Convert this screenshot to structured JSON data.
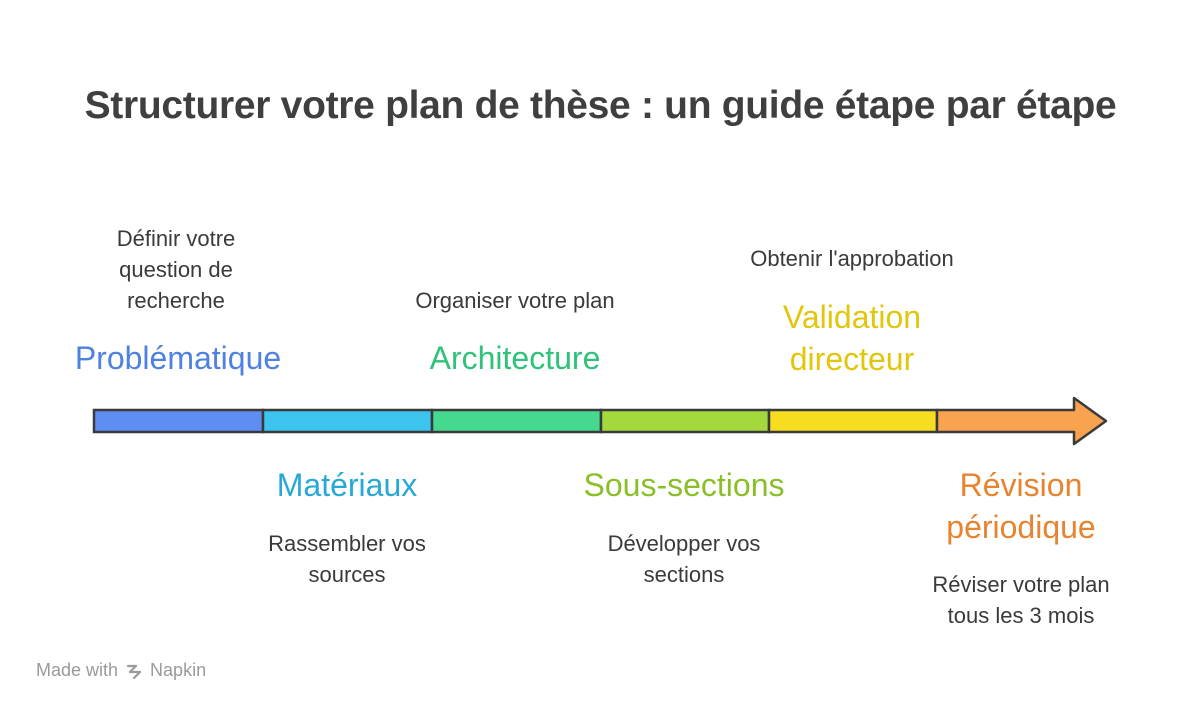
{
  "title": "Structurer votre plan de thèse : un guide étape par étape",
  "steps": [
    {
      "label": [
        "Problématique"
      ],
      "description": [
        "Définir votre",
        "question de",
        "recherche"
      ],
      "color": "#4f82e0"
    },
    {
      "label": [
        "Matériaux"
      ],
      "description": [
        "Rassembler vos",
        "sources"
      ],
      "color": "#27a9d6"
    },
    {
      "label": [
        "Architecture"
      ],
      "description": [
        "Organiser votre plan"
      ],
      "color": "#2fc27a"
    },
    {
      "label": [
        "Sous-sections"
      ],
      "description": [
        "Développer vos",
        "sections"
      ],
      "color": "#8bbf2a"
    },
    {
      "label": [
        "Validation",
        "directeur"
      ],
      "description": [
        "Obtenir l'approbation"
      ],
      "color": "#e2c60c"
    },
    {
      "label": [
        "Révision",
        "périodique"
      ],
      "description": [
        "Réviser votre plan",
        "tous les 3 mois"
      ],
      "color": "#e8832f"
    }
  ],
  "segment_fills": [
    "#5e8ef2",
    "#3cc3ee",
    "#45d88f",
    "#a3d93c",
    "#f6dd1f",
    "#f9a24f"
  ],
  "footer": {
    "prefix": "Made with",
    "brand": "Napkin",
    "brand_icon": "napkin-logo-icon"
  }
}
